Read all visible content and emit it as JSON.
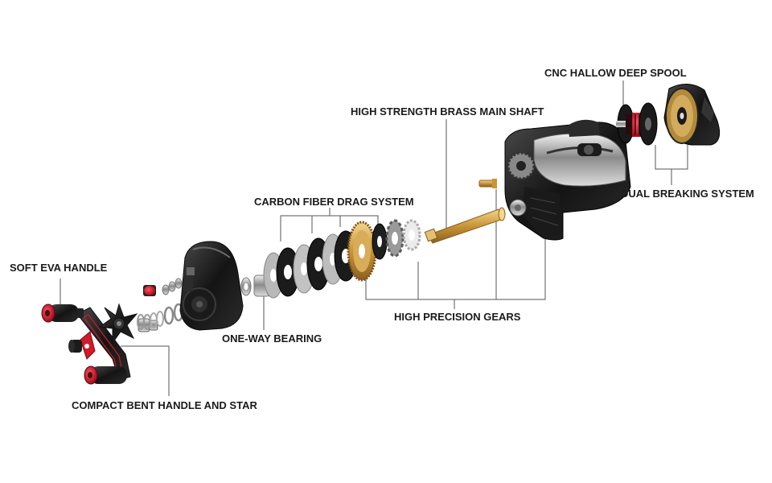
{
  "labels": {
    "spool": "CNC HALLOW DEEP SPOOL",
    "main_shaft": "HIGH STRENGTH BRASS MAIN SHAFT",
    "dual_braking": "DUAL BREAKING SYSTEM",
    "drag": "CARBON FIBER DRAG SYSTEM",
    "handle": "SOFT EVA HANDLE",
    "bearing": "ONE-WAY BEARING",
    "gears": "HIGH PRECISION GEARS",
    "bent_handle": "COMPACT BENT HANDLE AND STAR"
  },
  "colors": {
    "background": "#ffffff",
    "label_text": "#1a1a1a",
    "leader_line": "#555555",
    "accent_red": "#d11a2a",
    "brass": "#d4a24a",
    "carbon": "#1b1b1b",
    "metal": "#b9b9b9"
  },
  "components": [
    "eva-handle-knob",
    "bent-handle-arm",
    "star-drag",
    "side-plate",
    "washer-stack",
    "one-way-bearing",
    "carbon-drag-washers",
    "main-gear",
    "pinion-gear",
    "brass-main-shaft",
    "reel-frame",
    "spool",
    "brake-side-plate"
  ]
}
